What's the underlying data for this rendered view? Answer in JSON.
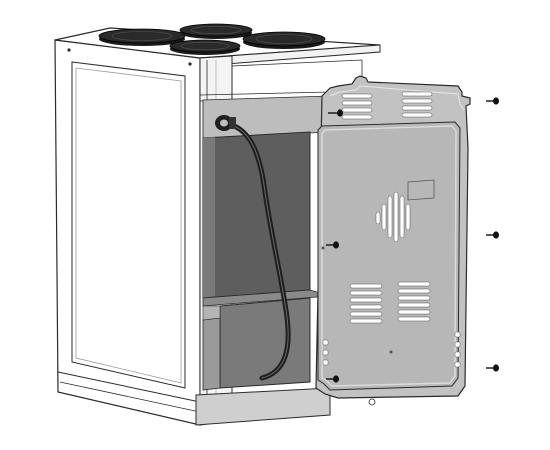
{
  "figure": {
    "subject": "cooker-rear-panel-removal",
    "hotplates": [
      "hotplate-front-left",
      "hotplate-rear-left",
      "hotplate-rear-right",
      "hotplate-front-right"
    ],
    "vent_groups": [
      "upper-vent-left",
      "upper-vent-right",
      "fan-grille",
      "lower-vent-left",
      "lower-vent-right"
    ],
    "fasteners": [
      "screw-top-left",
      "screw-top-right",
      "screw-middle-left",
      "screw-middle-right",
      "screw-bottom-left",
      "screw-bottom-right"
    ]
  },
  "colors": {
    "outline": "#2b2b2b",
    "cabinet_side": "#ffffff",
    "panel_face": "#bdbdbd",
    "panel_border": "#d9d9d9",
    "cavity_dark": "#5e5e5e",
    "cavity_mid": "#8a8a8a",
    "hotplate": "#1a1a1a",
    "cable": "#1e1e1e",
    "screw": "#111111"
  }
}
